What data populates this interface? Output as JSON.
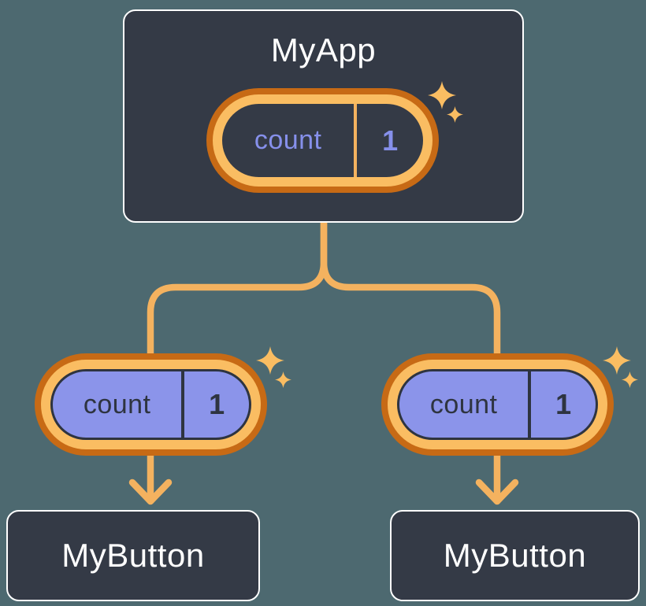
{
  "diagram": {
    "background_color": "#4D6970",
    "colors": {
      "box_fill": "#343A46",
      "box_border": "#FFFFFF",
      "title_text": "#FFFFFF",
      "pill_ring_dark_orange": "#C76A15",
      "pill_ring_light_orange": "#FABD62",
      "connector_orange": "#F4B25F",
      "sparkle_orange": "#FABD62",
      "state_fill_purple": "#8B94EA",
      "state_text_purple": "#8690EB",
      "state_text_dark": "#2E3440"
    },
    "root": {
      "title": "MyApp",
      "state": {
        "name": "count",
        "value": "1"
      }
    },
    "children": [
      {
        "title": "MyButton",
        "prop": {
          "name": "count",
          "value": "1"
        }
      },
      {
        "title": "MyButton",
        "prop": {
          "name": "count",
          "value": "1"
        }
      }
    ],
    "icons": {
      "sparkle": "four-point-star",
      "arrowhead": "chevron-down"
    }
  }
}
